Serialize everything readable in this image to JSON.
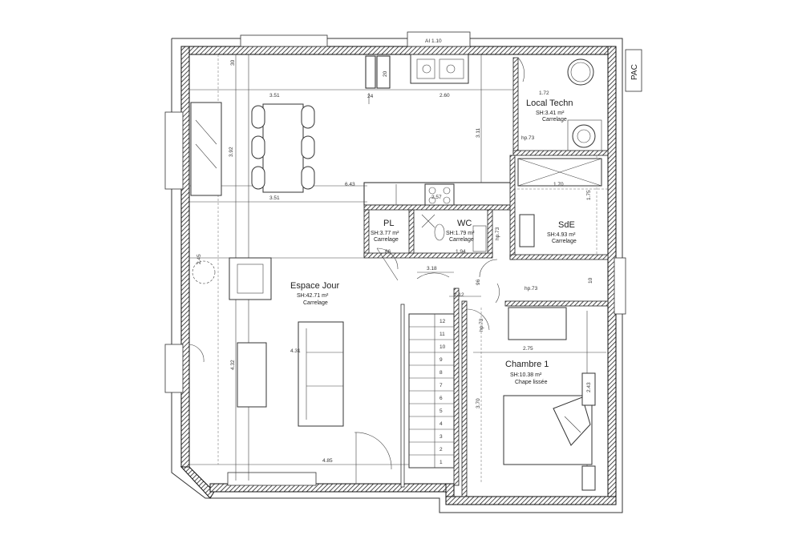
{
  "external": {
    "pac": "PAC",
    "window_top": "AI 1.10"
  },
  "rooms": {
    "local_tech": {
      "name": "Local Techn",
      "area": "SH:3.41 m²",
      "floor": "Carrelage",
      "dims": [
        "1.72",
        "hp.73"
      ]
    },
    "pl": {
      "name": "PL",
      "area": "SH:3.77 m²",
      "floor": "Carrelage"
    },
    "wc": {
      "name": "WC",
      "area": "SH:1.79 m²",
      "floor": "Carrelage"
    },
    "sde": {
      "name": "SdE",
      "area": "SH:4.93 m²",
      "floor": "Carrelage"
    },
    "espace_jour": {
      "name": "Espace Jour",
      "area": "SH:42.71 m²",
      "floor": "Carrelage"
    },
    "chambre1": {
      "name": "Chambre 1",
      "area": "SH:10.38 m²",
      "floor": "Chape lissée"
    }
  },
  "dimensions": {
    "top_left": "3.51",
    "top_mid": "2.60",
    "left_h": "3.92",
    "table_bottom": "3.51",
    "mid_span": "6.43",
    "right_v": "3.11",
    "sde_w": "1.70",
    "sde_v": "1.75",
    "hp73_a": "hp.73",
    "hp73_b": "hp.73",
    "hp73_c": "hp.73",
    "stair_top": "3.18",
    "v_212": "2.12",
    "v_86": "86",
    "v_96": "96",
    "v_194": "1.94",
    "left_245": "2.45",
    "chambre_w": "2.75",
    "chambre_v": "3.70",
    "bed_v": "2.43",
    "living_v": "4.31",
    "sofa_v": "4.32",
    "bottom_span": "4.85",
    "small_20": "20",
    "small_24": "24",
    "small_30": "30",
    "small_10": "10",
    "wc_257": "2.57"
  },
  "stairs": [
    "1",
    "2",
    "3",
    "4",
    "5",
    "6",
    "7",
    "8",
    "9",
    "10",
    "11",
    "12"
  ]
}
